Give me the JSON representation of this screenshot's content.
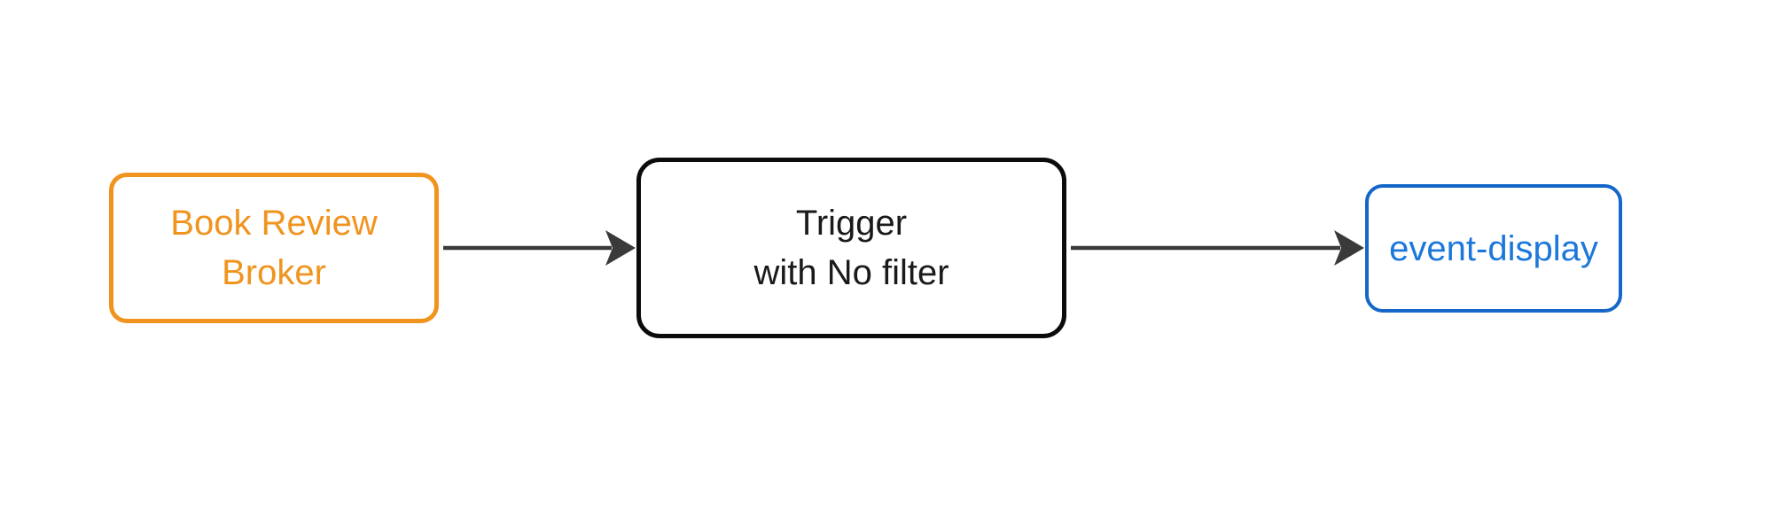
{
  "diagram": {
    "type": "flowchart",
    "background_color": "#ffffff",
    "arrow_color": "#3A3A3A",
    "nodes": [
      {
        "id": "broker",
        "label": "Book Review\nBroker",
        "border_color": "#F0941F",
        "text_color": "#F0941F"
      },
      {
        "id": "trigger",
        "label": "Trigger\nwith No filter",
        "border_color": "#0B0B0B",
        "text_color": "#1A1A1A"
      },
      {
        "id": "event-display",
        "label": "event-display",
        "border_color": "#1467C8",
        "text_color": "#1C77DB"
      }
    ],
    "edges": [
      {
        "from": "broker",
        "to": "trigger",
        "label": ""
      },
      {
        "from": "trigger",
        "to": "event-display",
        "label": ""
      }
    ]
  }
}
